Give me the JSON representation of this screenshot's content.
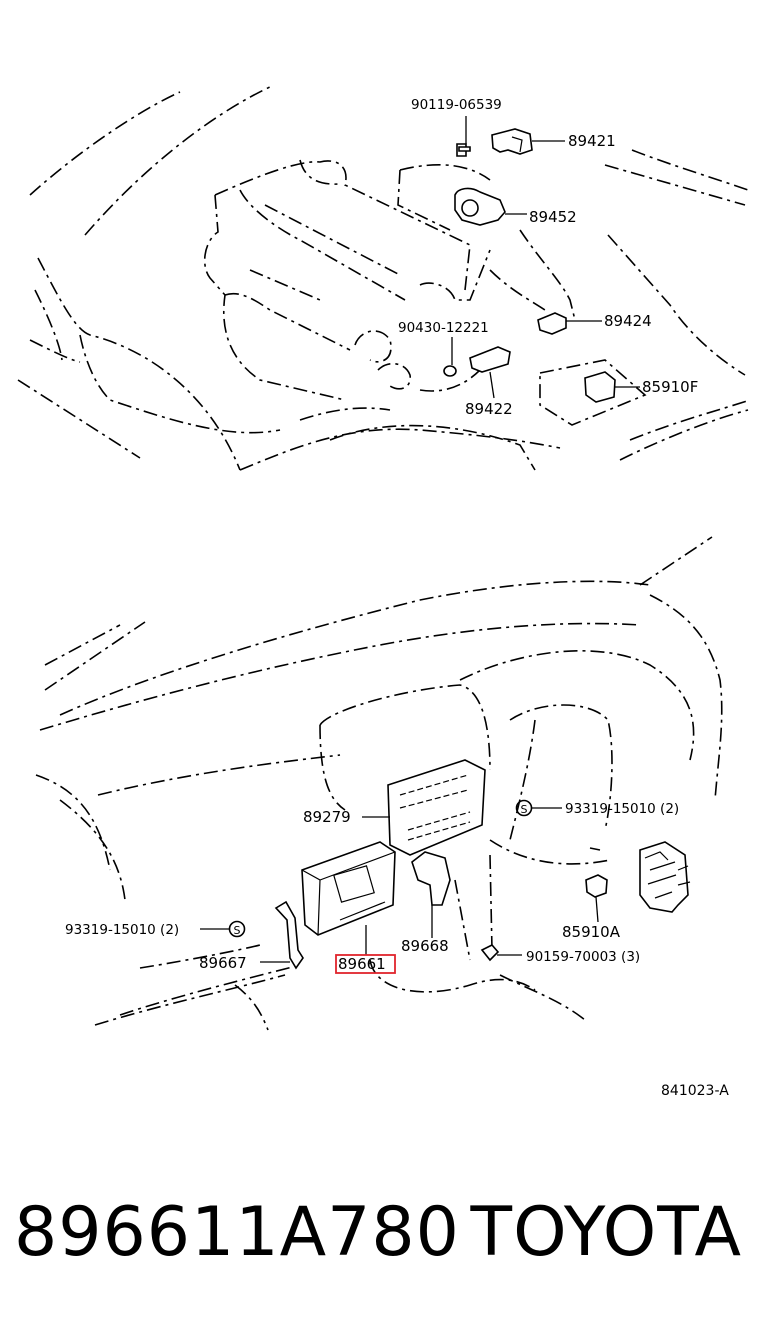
{
  "diagram": {
    "labels": {
      "p90119": "90119-06539",
      "p89421": "89421",
      "p89452": "89452",
      "p90430": "90430-12221",
      "p89424": "89424",
      "p89422": "89422",
      "p85910F": "85910F",
      "p89279": "89279",
      "p93319_right": "93319-15010 (2)",
      "p93319_left": "93319-15010 (2)",
      "p85910A": "85910A",
      "p89668": "89668",
      "p89667": "89667",
      "p89661": "89661",
      "p90159": "90159-70003 (3)",
      "s_mark_left": "S",
      "s_mark_right": "S"
    },
    "reference": "841023-A",
    "highlight_color": "#e0242c"
  },
  "footer": {
    "part_number": "896611A780",
    "brand": "TOYOTA"
  }
}
